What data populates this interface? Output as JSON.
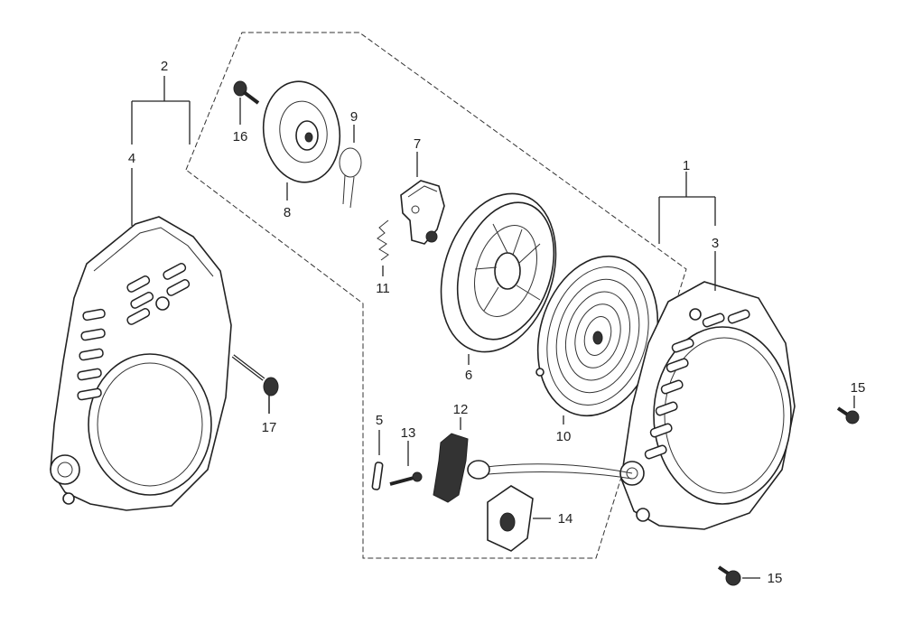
{
  "labels": {
    "p1": "1",
    "p2": "2",
    "p3": "3",
    "p4": "4",
    "p5": "5",
    "p6": "6",
    "p7": "7",
    "p8": "8",
    "p9": "9",
    "p10": "10",
    "p11": "11",
    "p12": "12",
    "p13": "13",
    "p14": "14",
    "p15a": "15",
    "p15b": "15",
    "p16": "16",
    "p17": "17"
  }
}
